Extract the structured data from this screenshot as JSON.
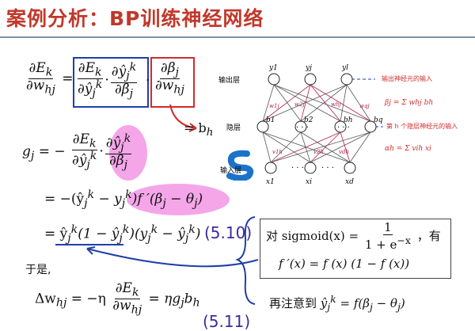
{
  "slide": {
    "title": "案例分析：BP训练神经网络",
    "colors": {
      "title": "#c0392b",
      "equation_number": "#3d2b9e",
      "highlight": "#f4a6e9",
      "box_blue": "#1f3fa8",
      "box_red": "#d12b2b"
    }
  },
  "formula": {
    "lhs_num": "∂E",
    "lhs_num_sub": "k",
    "lhs_den": "∂w",
    "lhs_den_sub": "hj",
    "eq": "=",
    "blue_a_num": "∂E",
    "blue_a_num_sub": "k",
    "blue_a_den": "∂ŷ",
    "blue_a_den_sub": "j",
    "blue_a_den_sup": "k",
    "dot": "·",
    "blue_b_num": "∂ŷ",
    "blue_b_num_sub": "j",
    "blue_b_num_sup": "k",
    "blue_b_den": "∂β",
    "blue_b_den_sub": "j",
    "red_num": "∂β",
    "red_num_sub": "j",
    "red_den": "∂w",
    "red_den_sub": "hj",
    "red_result": "= b",
    "red_result_sub": "h"
  },
  "gj": {
    "line1_lhs": "g",
    "line1_lhs_sub": "j",
    "line1_eq": "= −",
    "line2": "= −(ŷ",
    "line2_b": " − y",
    "line2_c": ")f ′(β",
    "line2_d": " − θ",
    "line2_e": ")",
    "line3": "= ŷ",
    "line3_b": "(1 − ŷ",
    "line3_c": ")(y",
    "line3_d": " − ŷ",
    "line3_e": ") .",
    "eq_number": "(5.10)"
  },
  "yushi": "于是,",
  "delta_w": {
    "lhs": "Δw",
    "lhs_sub": "hj",
    "eq": "= −η",
    "mid_eq": "= ηg",
    "mid_sub": "j",
    "b": "b",
    "b_sub": "h",
    "eq_number": "(5.11)"
  },
  "note": {
    "dui": "对",
    "sigmoid": "sigmoid(x) =",
    "frac_num": "1",
    "frac_den": "1 + e",
    "frac_den_sup": "−x",
    "you": "，有",
    "fprime": "f ′(x) = f (x) (1 − f (x))",
    "zaizhu": "再注意到",
    "zaizhu_formula": "ŷ",
    "zaizhu_formula_b": " = f(β",
    "zaizhu_formula_c": " − θ",
    "zaizhu_formula_d": ")"
  },
  "network": {
    "layer_labels": {
      "output": "输出层",
      "hidden": "隐层",
      "input": "输入层"
    },
    "output_nodes": [
      "y1",
      "yj",
      "yl"
    ],
    "hidden_nodes": [
      "b1",
      "b2",
      "bh",
      "bq"
    ],
    "input_nodes": [
      "x1",
      "xi",
      "xd"
    ],
    "weights_top": [
      "w1j",
      "w2j",
      "whj",
      "wqj"
    ],
    "weights_bottom": [
      "v1h",
      "v2h",
      "vdh"
    ],
    "ann_out_label": "输出神经元的输入",
    "ann_out_formula": "βj = Σ whj bh",
    "ann_hid_label": "第 h 个隐层神经元的输入",
    "ann_hid_formula": "αh = Σ vih xi",
    "ellipsis": "· · ·"
  },
  "logo": {
    "name": "logo-s-icon"
  }
}
